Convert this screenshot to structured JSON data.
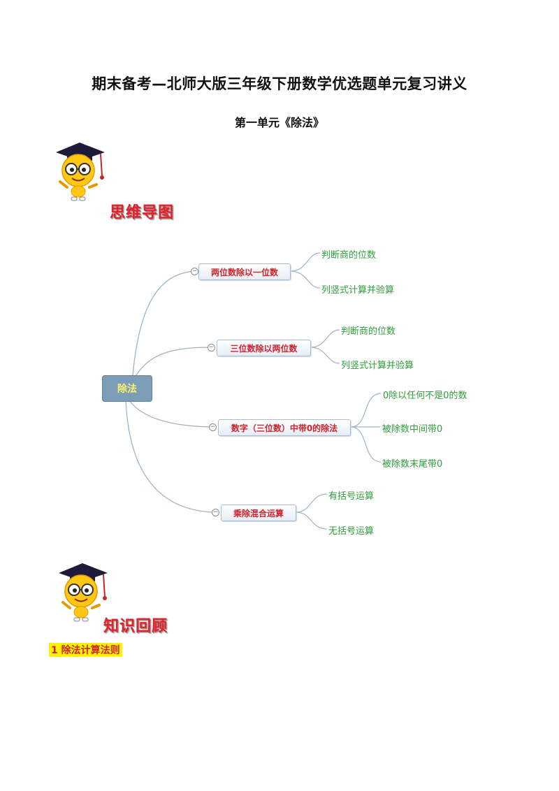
{
  "document": {
    "title": "期末备考—北师大版三年级下册数学优选题单元复习讲义",
    "subtitle": "第一单元《除法》"
  },
  "sections": {
    "mindmap_heading": "思维导图",
    "review_heading": "知识回顾",
    "rule_heading": "1  除法计算法则"
  },
  "mindmap": {
    "root": "除法",
    "branches": [
      {
        "label": "两位数除以一位数",
        "children": [
          "判断商的位数",
          "列竖式计算并验算"
        ]
      },
      {
        "label": "三位数除以两位数",
        "children": [
          "判断商的位数",
          "列竖式计算并验算"
        ]
      },
      {
        "label": "数字（三位数）中带0的除法",
        "children": [
          "0除以任何不是0的数",
          "被除数中间带0",
          "被除数末尾带0"
        ]
      },
      {
        "label": "乘除混合运算",
        "children": [
          "有括号运算",
          "无括号运算"
        ]
      }
    ]
  },
  "colors": {
    "root_fill": "#7d9cb8",
    "root_text": "#fff36a",
    "branch_text": "#d0222a",
    "leaf_text": "#2e9e3a",
    "heading_red": "#e8202a",
    "highlight": "#fff200"
  },
  "icons": [
    "mascot-graduate-icon"
  ]
}
